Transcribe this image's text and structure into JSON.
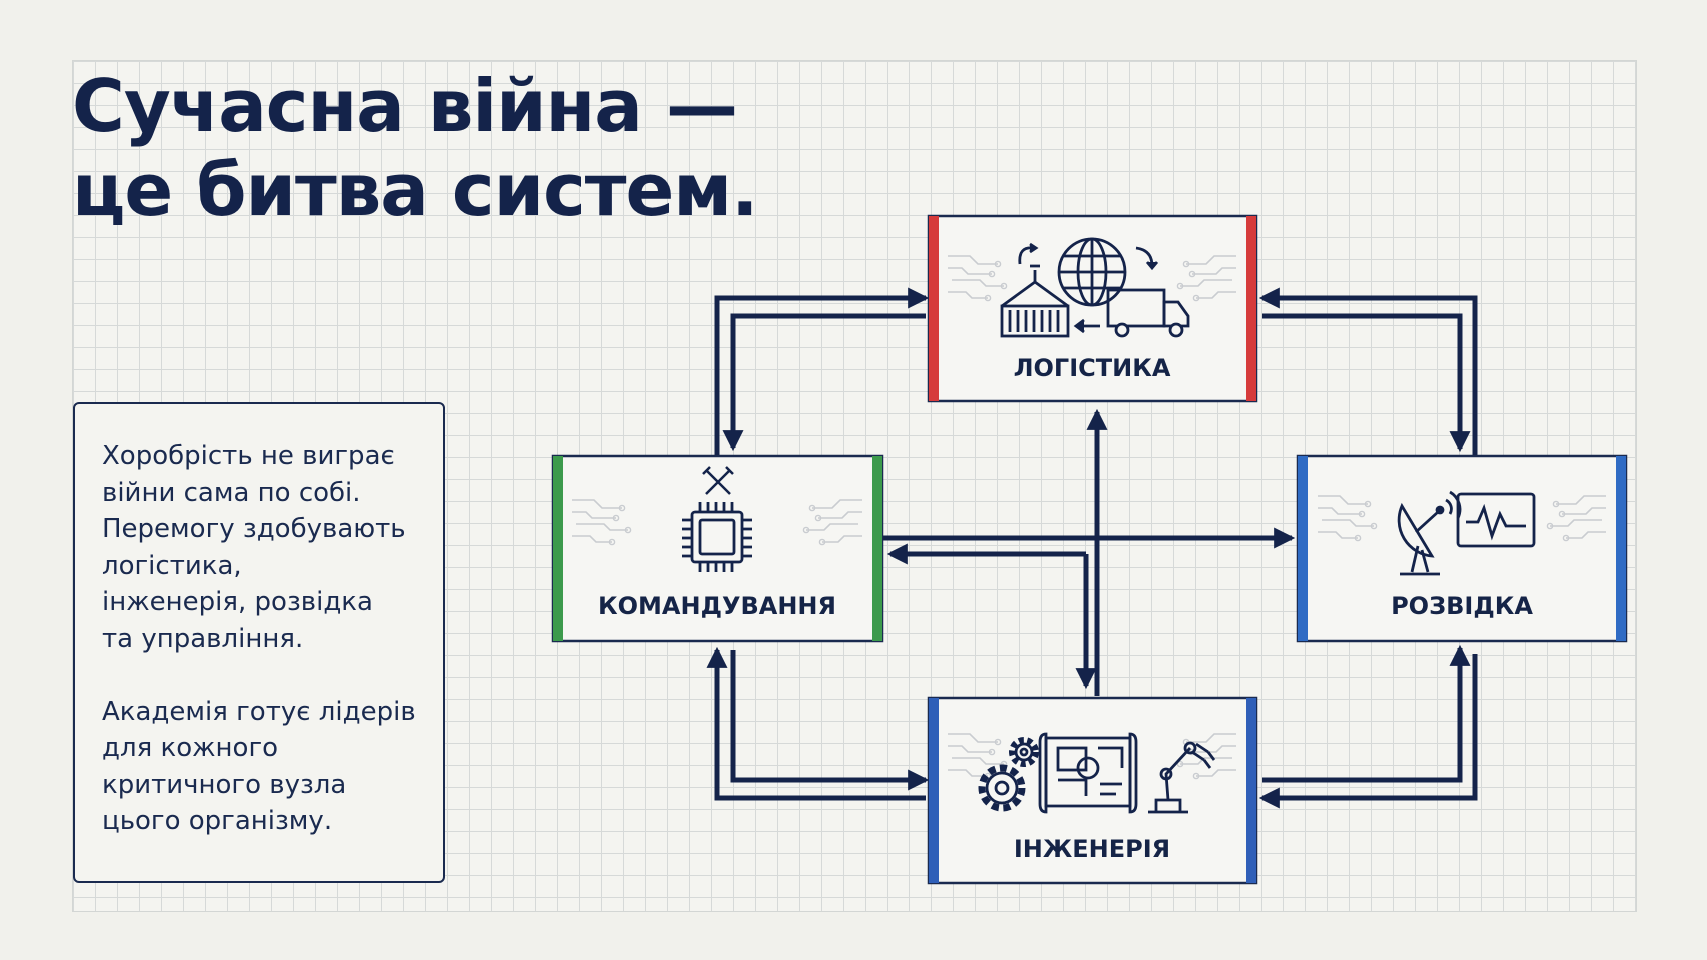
{
  "title": {
    "line1": "Сучасна війна —",
    "line2": "це битва систем."
  },
  "sidebar": {
    "paragraph1": [
      "Хоробрість не виграє",
      "війни сама по собі.",
      "Перемогу здобувають",
      "логістика,",
      "інженерія, розвідка",
      "та управління."
    ],
    "paragraph2": [
      "Академія готує лідерів",
      "для кожного",
      "критичного вузла",
      "цього організму."
    ]
  },
  "nodes": {
    "logistics": {
      "label": "ЛОГІСТИКА",
      "accent": "#d63b3b",
      "icons": [
        "container-crane-icon",
        "globe-icon",
        "truck-icon"
      ]
    },
    "command": {
      "label": "КОМАНДУВАННЯ",
      "accent": "#3c9a4c",
      "icons": [
        "chip-icon",
        "crossed-swords-icon"
      ]
    },
    "intelligence": {
      "label": "РОЗВІДКА",
      "accent": "#2f6bc4",
      "icons": [
        "satellite-dish-icon",
        "signal-monitor-icon"
      ]
    },
    "engineering": {
      "label": "ІНЖЕНЕРІЯ",
      "accent": "#2f5fb8",
      "icons": [
        "gears-icon",
        "blueprint-icon",
        "robot-arm-icon"
      ]
    }
  },
  "colors": {
    "navy": "#14234a",
    "background": "#f1f1ec",
    "grid": "#d6d9d8"
  }
}
